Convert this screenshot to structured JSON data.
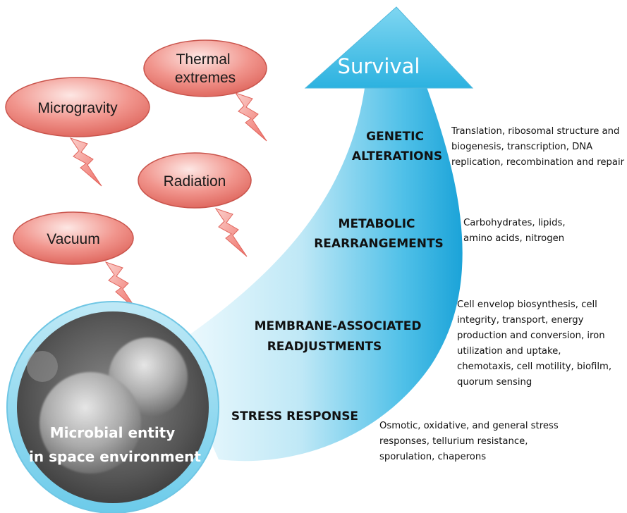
{
  "survival_label": "Survival",
  "stressors": [
    {
      "id": "thermal",
      "lines": [
        "Thermal",
        "extremes"
      ]
    },
    {
      "id": "microgravity",
      "lines": [
        "Microgravity"
      ]
    },
    {
      "id": "radiation",
      "lines": [
        "Radiation"
      ]
    },
    {
      "id": "vacuum",
      "lines": [
        "Vacuum"
      ]
    }
  ],
  "levels": [
    {
      "id": "genetic",
      "title": [
        "GENETIC",
        "ALTERATIONS"
      ],
      "desc": [
        "Translation, ribosomal structure and",
        "biogenesis, transcription, DNA",
        "replication, recombination and repair"
      ]
    },
    {
      "id": "metabolic",
      "title": [
        "METABOLIC",
        "REARRANGEMENTS"
      ],
      "desc": [
        "Carbohydrates, lipids,",
        "amino acids, nitrogen"
      ]
    },
    {
      "id": "membrane",
      "title": [
        "MEMBRANE-ASSOCIATED",
        "READJUSTMENTS"
      ],
      "desc": [
        "Cell envelop biosynthesis, cell",
        "integrity, transport, energy",
        "production and conversion, iron",
        "utilization and uptake,",
        "chemotaxis, cell motility, biofilm,",
        "quorum sensing"
      ]
    },
    {
      "id": "stress",
      "title": [
        "STRESS RESPONSE"
      ],
      "desc": [
        "Osmotic, oxidative, and general stress",
        "responses, tellurium resistance,",
        "sporulation, chaperons"
      ]
    }
  ],
  "microbe_label": [
    "Microbial entity",
    "in space environment"
  ],
  "colors": {
    "arrow_light": "#e8f7fc",
    "arrow_dark": "#1ba3d8",
    "stressor_fill": "#e97a72",
    "bolt_fill": "#f0827a"
  }
}
